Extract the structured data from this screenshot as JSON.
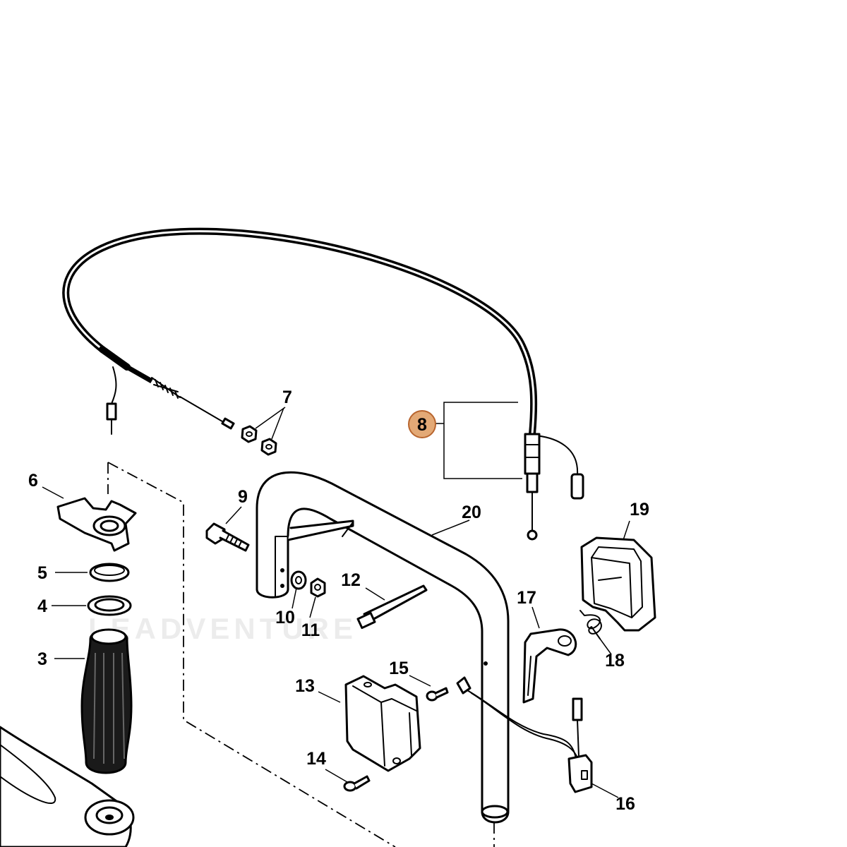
{
  "diagram": {
    "watermark": "LEADVENTURE",
    "highlight_color": "#e3a976",
    "highlight_stroke": "#b8652e",
    "labels": {
      "p3": "3",
      "p4": "4",
      "p5": "5",
      "p6": "6",
      "p7": "7",
      "p8": "8",
      "p9": "9",
      "p10": "10",
      "p11": "11",
      "p12": "12",
      "p13": "13",
      "p14": "14",
      "p15": "15",
      "p16": "16",
      "p17": "17",
      "p18": "18",
      "p19": "19",
      "p20": "20"
    }
  }
}
